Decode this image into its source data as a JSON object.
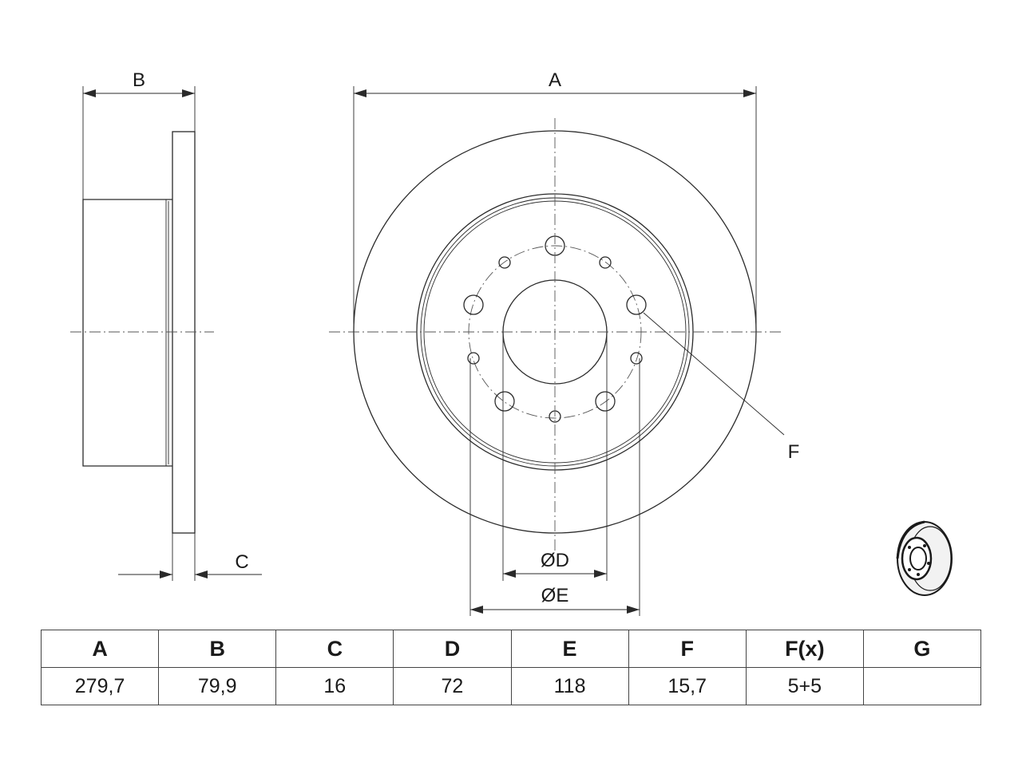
{
  "dimension_labels": {
    "a": "A",
    "b": "B",
    "c": "C",
    "d": "ØD",
    "e": "ØE",
    "f": "F"
  },
  "spec_table": {
    "headers": [
      "A",
      "B",
      "C",
      "D",
      "E",
      "F",
      "F(x)",
      "G"
    ],
    "values": [
      "279,7",
      "79,9",
      "16",
      "72",
      "118",
      "15,7",
      "5+5",
      ""
    ]
  }
}
